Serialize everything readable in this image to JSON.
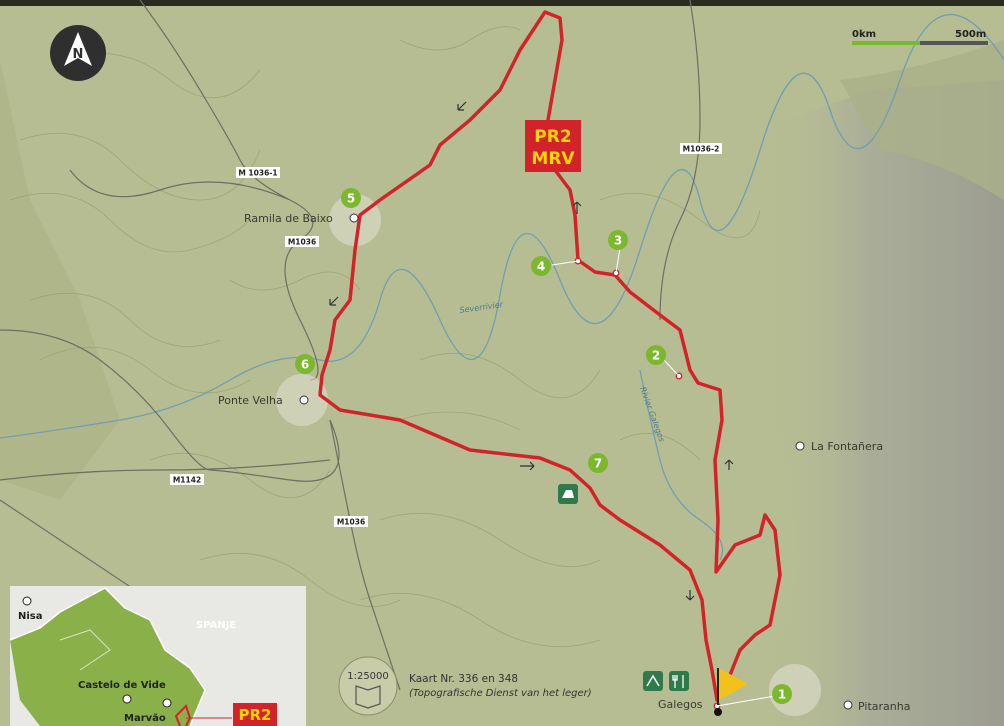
{
  "compass": {
    "letter": "N"
  },
  "scale": {
    "start": "0km",
    "end": "500m"
  },
  "route": {
    "line1": "PR2",
    "line2": "MRV"
  },
  "places": {
    "ramila": "Ramila de Baixo",
    "ponte_velha": "Ponte Velha",
    "la_fontanera": "La Fontañera",
    "galegos": "Galegos",
    "pitaranha": "Pitaranha"
  },
  "roads": {
    "m1036_1": "M 1036-1",
    "m1036_a": "M1036",
    "m1036_b": "M1036",
    "m1036_2": "M1036-2",
    "m1142": "M1142"
  },
  "rivers": {
    "sever": "Severrivier",
    "galegos": "Rivier Galegos"
  },
  "waypoints": [
    "1",
    "2",
    "3",
    "4",
    "5",
    "6",
    "7"
  ],
  "map_info": {
    "scale": "1:25000",
    "line1": "Kaart Nr. 336 en 348",
    "line2": "(Topografische Dienst van het leger)"
  },
  "inset": {
    "nisa": "Nisa",
    "spanje": "SPANJE",
    "castelo": "Castelo de Vide",
    "marvao": "Marvão",
    "badge": "PR2"
  },
  "colors": {
    "route": "#d2232a",
    "waypoint": "#7cb82f",
    "terrain": "#b8bf94"
  }
}
